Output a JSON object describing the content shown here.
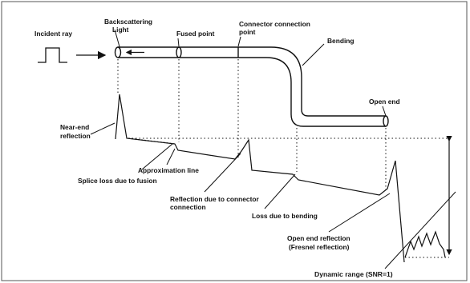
{
  "labels": {
    "incident_ray": "Incident ray",
    "backscattering_1": "Backscattering",
    "backscattering_2": "Light",
    "fused_point": "Fused point",
    "connector_point_1": "Connector connection",
    "connector_point_2": "point",
    "bending": "Bending",
    "open_end": "Open end",
    "near_end_1": "Near-end",
    "near_end_2": "reflection",
    "approximation_line": "Approximation line",
    "splice_loss": "Splice loss due to fusion",
    "reflection_connector_1": "Reflection due to connector",
    "reflection_connector_2": "connection",
    "loss_bending": "Loss due to bending",
    "open_end_reflection_1": "Open end reflection",
    "open_end_reflection_2": "(Fresnel reflection)",
    "dynamic_range": "Dynamic range (SNR=1)"
  },
  "colors": {
    "stroke": "#111111",
    "border": "#555555",
    "background": "#ffffff"
  }
}
